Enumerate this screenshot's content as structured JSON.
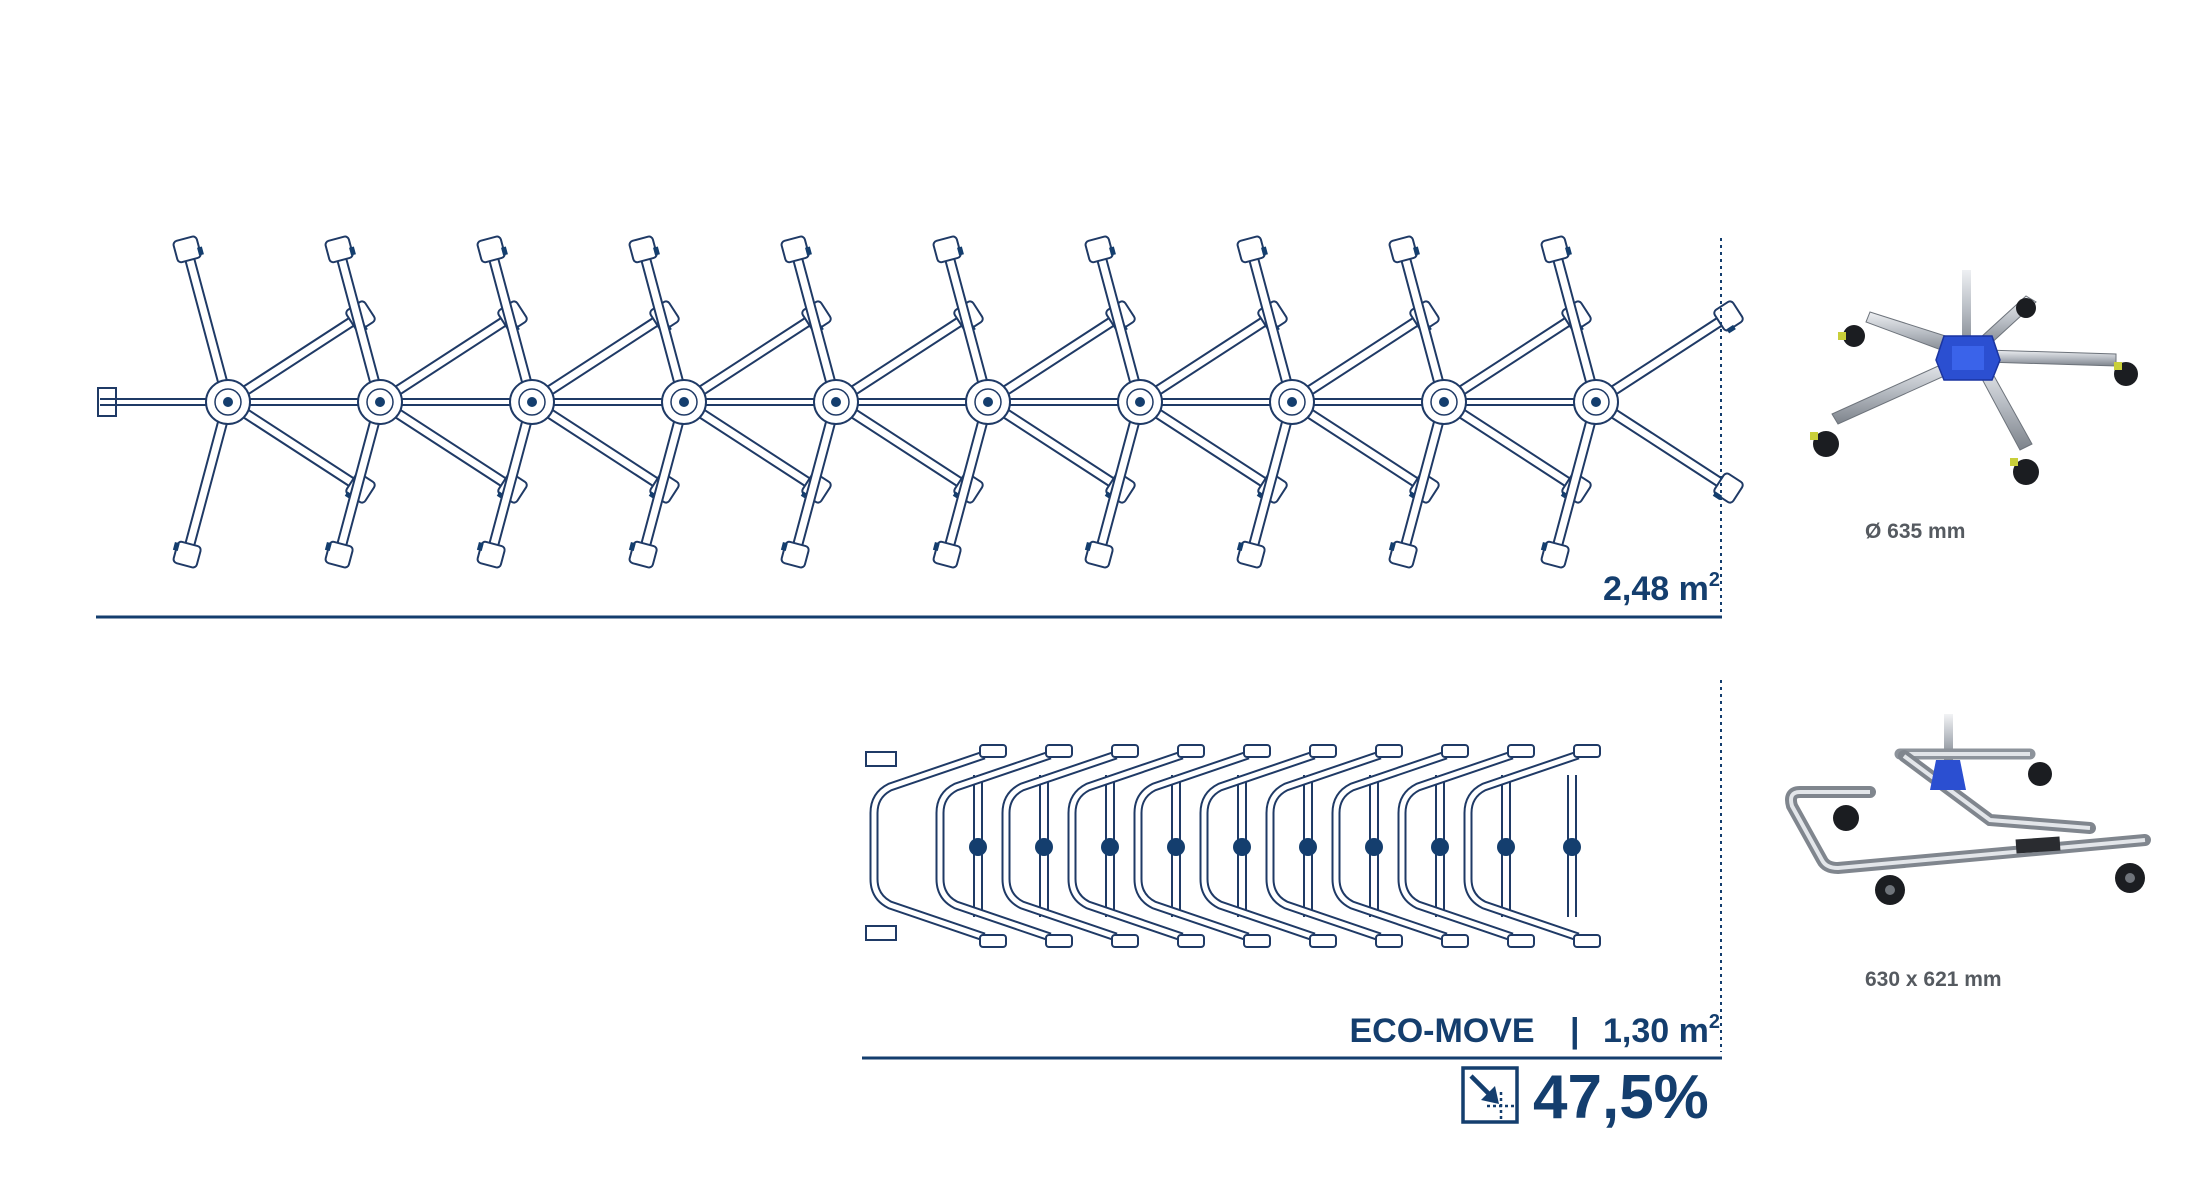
{
  "colors": {
    "navy": "#143e6e",
    "line": "#1f3a66",
    "metal": "#b9bec6",
    "hub_blue": "#2b4fd1",
    "caption": "#555a60",
    "background": "#ffffff"
  },
  "top_row": {
    "base_count": 10,
    "area_value": "2,48 m",
    "area_exponent": "2"
  },
  "bottom_row": {
    "frame_count": 10,
    "product_name": "ECO-MOVE",
    "separator": "|",
    "area_value": "1,30 m",
    "area_exponent": "2",
    "saving_icon": "area-reduction-icon",
    "saving_value": "47,5%"
  },
  "products": {
    "star_base_caption": "Ø 635 mm",
    "eco_base_caption": "630 x 621 mm"
  }
}
